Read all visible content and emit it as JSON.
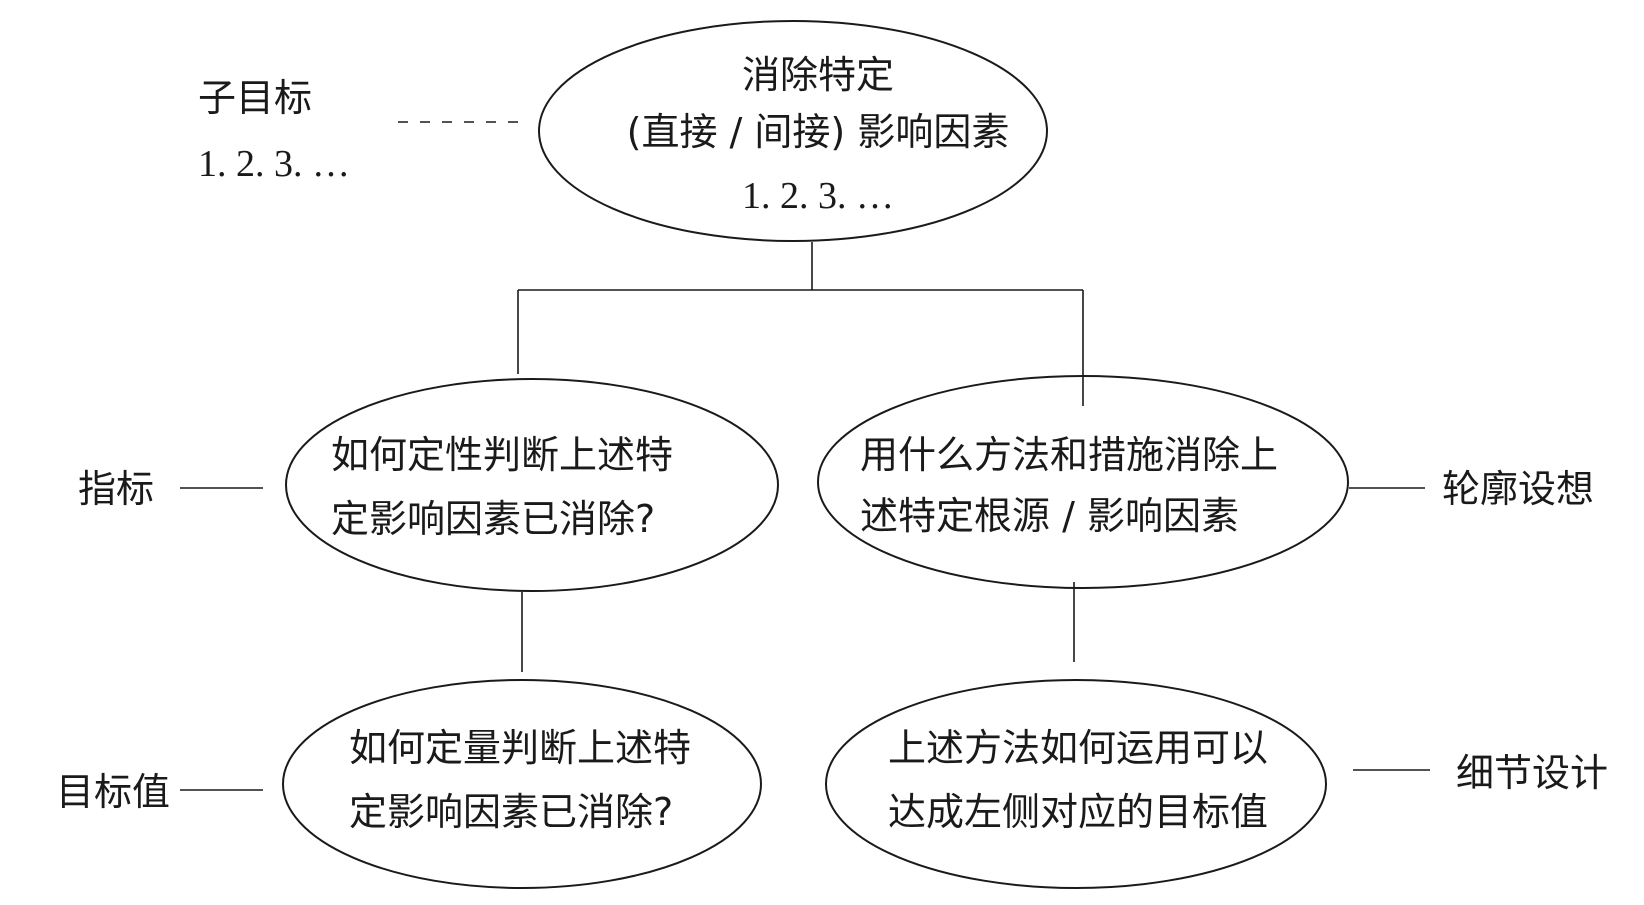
{
  "diagram": {
    "root": {
      "line1": "消除特定",
      "line2": "(直接 / 间接) 影响因素",
      "line3": "1. 2. 3. …"
    },
    "root_label": {
      "line1": "子目标",
      "line2": "1. 2. 3. …"
    },
    "mid_left": {
      "line1": "如何定性判断上述特",
      "line2": "定影响因素已消除?"
    },
    "mid_left_label": "指标",
    "mid_right": {
      "line1": "用什么方法和措施消除上",
      "line2": "述特定根源 / 影响因素"
    },
    "mid_right_label": "轮廓设想",
    "bottom_left": {
      "line1": "如何定量判断上述特",
      "line2": "定影响因素已消除?"
    },
    "bottom_left_label": "目标值",
    "bottom_right": {
      "line1": "上述方法如何运用可以",
      "line2": "达成左侧对应的目标值"
    },
    "bottom_right_label": "细节设计"
  }
}
